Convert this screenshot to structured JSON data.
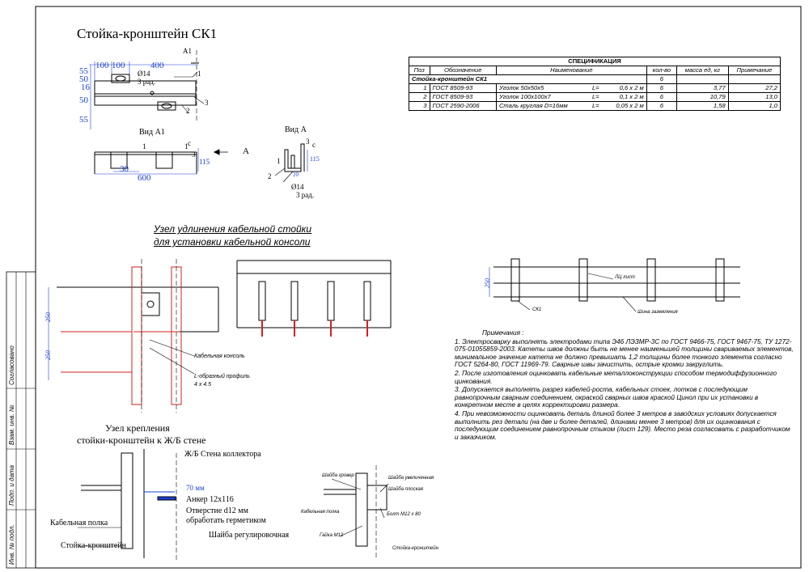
{
  "sheet_title": "Стойка-кронштейн СК1",
  "top_view": {
    "mark": "А1",
    "dims": [
      "100",
      "100",
      "400",
      "55",
      "16",
      "50",
      "50",
      "55"
    ],
    "hole": "Ø14",
    "hole_note": "3 рад.",
    "callouts": [
      "1",
      "2",
      "3"
    ]
  },
  "view_a1": {
    "title": "Вид А1",
    "dims": [
      "30",
      "600",
      "115"
    ],
    "marks": [
      "1",
      "1",
      "3",
      "с"
    ],
    "arrow_label": "А"
  },
  "view_a": {
    "title": "Вид А",
    "dims": [
      "115",
      "20"
    ],
    "hole": "Ø14",
    "hole_note": "3 рад.",
    "callouts": [
      "1",
      "2",
      "3",
      "с"
    ]
  },
  "spec_table": {
    "title": "СПЕЦИФИКАЦИЯ",
    "headers": [
      "Поз",
      "Обозначение",
      "Наименование",
      "кол-во",
      "масса ед, кг",
      "Примечание"
    ],
    "group_row": {
      "name": "Стойка-кронштейн СК1",
      "qty": "6"
    },
    "rows": [
      {
        "pos": "1",
        "doc": "ГОСТ 8509-93",
        "name": "Уголок 50х50х5",
        "l": "L=",
        "len": "0,6 х 2 м",
        "qty": "6",
        "mass": "3,77",
        "note": "27,2"
      },
      {
        "pos": "2",
        "doc": "ГОСТ 8509-93",
        "name": "Уголок 100х100х7",
        "l": "L=",
        "len": "0,1 х 2 м",
        "qty": "6",
        "mass": "10,79",
        "note": "13,0"
      },
      {
        "pos": "3",
        "doc": "ГОСТ 2590-2006",
        "name": "Сталь круглая D=16мм",
        "l": "L=",
        "len": "0,05 х 2 м",
        "qty": "6",
        "mass": "1,58",
        "note": "1,0"
      }
    ]
  },
  "extension_node": {
    "title_line1": "Узел удлинения кабельной стойки",
    "title_line2": "для установки кабельной консоли",
    "dims": [
      "250",
      "250"
    ],
    "labels": [
      "Кабельная консоль",
      "L-образный профиль",
      "4 х 4.5"
    ]
  },
  "right_diagram": {
    "dim": "250",
    "labels": [
      "СК1",
      "ЛЦ лист",
      "Шина заземления"
    ]
  },
  "notes": {
    "title": "Примечания :",
    "items": [
      "1. Электросварку выполнять электродами типа Э46 ЛЭЗМР-3С по ГОСТ 9466-75, ГОСТ 9467-75, ТУ 1272-075-01055859-2003. Катеты швов должны быть не менее наименьшей толщины свариваемых элементов, минимальное значение катета не должно превышать 1,2 толщины более тонкого элемента согласно ГОСТ 5264-80, ГОСТ 11969-79. Сварные швы зачистить, острые кромки закруглить.",
      "2. После изготовления оцинковать кабельные металлоконструкции способом термодиффузионного цинкования.",
      "3. Допускается выполнять разрез кабелей-роста, кабельных стоек, лотков с последующим равнопрочным сварным соединением, окраской сварных швов краской Цинол при их установки в конкретном месте в целях корректировки размера.",
      "4. При невозможности оцинковать деталь длиной более 3 метров в заводских условиях допускается выполнить рез детали (на две и более деталей, длинами менее 3 метров) для их оцинкования с последующим соединением равнопрочным стыком (лист 129). Место реза согласовать с разработчиком и заказчиком."
    ]
  },
  "wall_node": {
    "title_line1": "Узел крепления",
    "title_line2": "стойки-кронштейн к Ж/Б стене",
    "labels": {
      "wall": "Ж/Б Стена коллектора",
      "dim70": "70 мм",
      "anchor": "Анкер 12х116",
      "hole_line1": "Отверстие d12 мм",
      "hole_line2": "обработать герметиком",
      "washer": "Шайба регулировочная",
      "shelf": "Кабельная полка",
      "bracket": "Стойка-кронштейн"
    }
  },
  "bolt_node": {
    "labels": [
      "Шайба гровер",
      "Шайба увеличенная",
      "Шайба плоская",
      "Кабельная полка",
      "Болт М12 х 80",
      "Гайка М12",
      "Стойка-кронштейн"
    ]
  },
  "side_stamp": {
    "labels": [
      "Согласовано",
      "Взам. инв. №",
      "Подп. и дата",
      "Инв. № подл."
    ]
  }
}
